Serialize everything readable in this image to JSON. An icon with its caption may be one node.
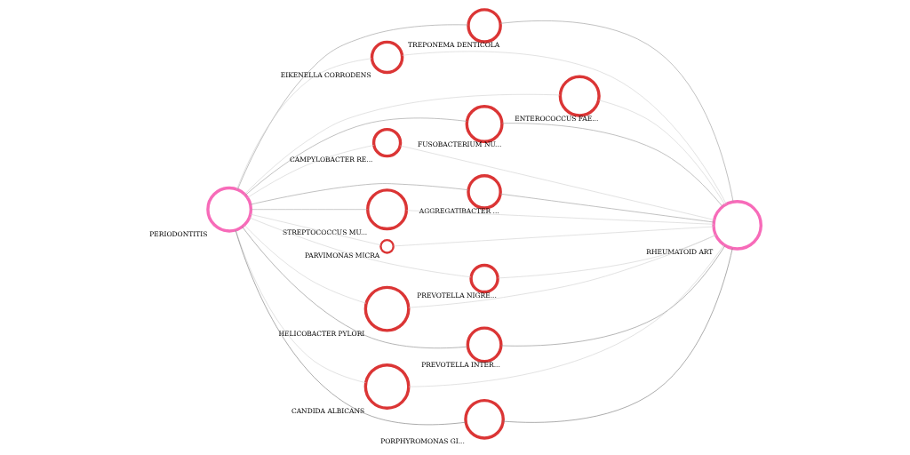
{
  "diagram": {
    "nodes": [
      {
        "text": [],
        "shape": "circle",
        "beside": [
          "PERIODONTITIS"
        ]
      },
      {
        "text": [],
        "shape": "circle",
        "beside": [
          "RHEUMATOID ART"
        ]
      },
      {
        "text": [],
        "shape": "circle",
        "beside": [
          "TREPONEMA DENTICOLA"
        ]
      },
      {
        "text": [],
        "shape": "circle",
        "beside": [
          "EIKENELLA CORRODENS"
        ]
      },
      {
        "text": [],
        "shape": "circle",
        "beside": [
          "ENTEROCOCCUS FAE..."
        ]
      },
      {
        "text": [],
        "shape": "circle",
        "beside": [
          "FUSOBACTERIUM NU..."
        ]
      },
      {
        "text": [],
        "shape": "circle",
        "beside": [
          "CAMPYLOBACTER RE..."
        ]
      },
      {
        "text": [],
        "shape": "circle",
        "beside": [
          "AGGREGATIBACTER ..."
        ]
      },
      {
        "text": [],
        "shape": "circle",
        "beside": [
          "STREPTOCOCCUS MU..."
        ]
      },
      {
        "text": [],
        "shape": "circle",
        "beside": [
          "PARVIMONAS MICRA"
        ]
      },
      {
        "text": [],
        "shape": "circle",
        "beside": [
          "PREVOTELLA NIGRE..."
        ]
      },
      {
        "text": [],
        "shape": "circle",
        "beside": [
          "HELICOBACTER PYLORI"
        ]
      },
      {
        "text": [],
        "shape": "circle",
        "beside": [
          "PREVOTELLA INTER..."
        ]
      },
      {
        "text": [],
        "shape": "circle",
        "beside": [
          "CANDIDA ALBICANS"
        ]
      },
      {
        "text": [],
        "shape": "circle",
        "beside": [
          "PORPHYROMONAS GI..."
        ]
      }
    ],
    "edges": [
      {
        "from": 0,
        "to": 2,
        "arrow": "none",
        "color": "#999999"
      },
      {
        "from": 0,
        "to": 3,
        "arrow": "none"
      },
      {
        "from": 0,
        "to": 4,
        "arrow": "none"
      },
      {
        "from": 0,
        "to": 5,
        "arrow": "none",
        "color": "#999999"
      },
      {
        "from": 0,
        "to": 6,
        "arrow": "none"
      },
      {
        "from": 0,
        "to": 7,
        "arrow": "none",
        "color": "#999999"
      },
      {
        "from": 0,
        "to": 8,
        "arrow": "none",
        "color": "#aaaaaa"
      },
      {
        "from": 0,
        "to": 9,
        "arrow": "none"
      },
      {
        "from": 0,
        "to": 10,
        "arrow": "none"
      },
      {
        "from": 0,
        "to": 11,
        "arrow": "none"
      },
      {
        "from": 0,
        "to": 12,
        "arrow": "none",
        "color": "#888888"
      },
      {
        "from": 0,
        "to": 13,
        "arrow": "none"
      },
      {
        "from": 0,
        "to": 14,
        "arrow": "none",
        "color": "#777777"
      },
      {
        "from": 2,
        "to": 1,
        "arrow": "none",
        "color": "#999999"
      },
      {
        "from": 3,
        "to": 1,
        "arrow": "none"
      },
      {
        "from": 4,
        "to": 1,
        "arrow": "none"
      },
      {
        "from": 5,
        "to": 1,
        "arrow": "none",
        "color": "#999999"
      },
      {
        "from": 6,
        "to": 1,
        "arrow": "none"
      },
      {
        "from": 7,
        "to": 1,
        "arrow": "none",
        "color": "#999999"
      },
      {
        "from": 8,
        "to": 1,
        "arrow": "none"
      },
      {
        "from": 9,
        "to": 1,
        "arrow": "none"
      },
      {
        "from": 10,
        "to": 1,
        "arrow": "none"
      },
      {
        "from": 11,
        "to": 1,
        "arrow": "none"
      },
      {
        "from": 12,
        "to": 1,
        "arrow": "none",
        "color": "#888888"
      },
      {
        "from": 13,
        "to": 1,
        "arrow": "none"
      },
      {
        "from": 14,
        "to": 1,
        "arrow": "none",
        "color": "#777777"
      }
    ]
  }
}
